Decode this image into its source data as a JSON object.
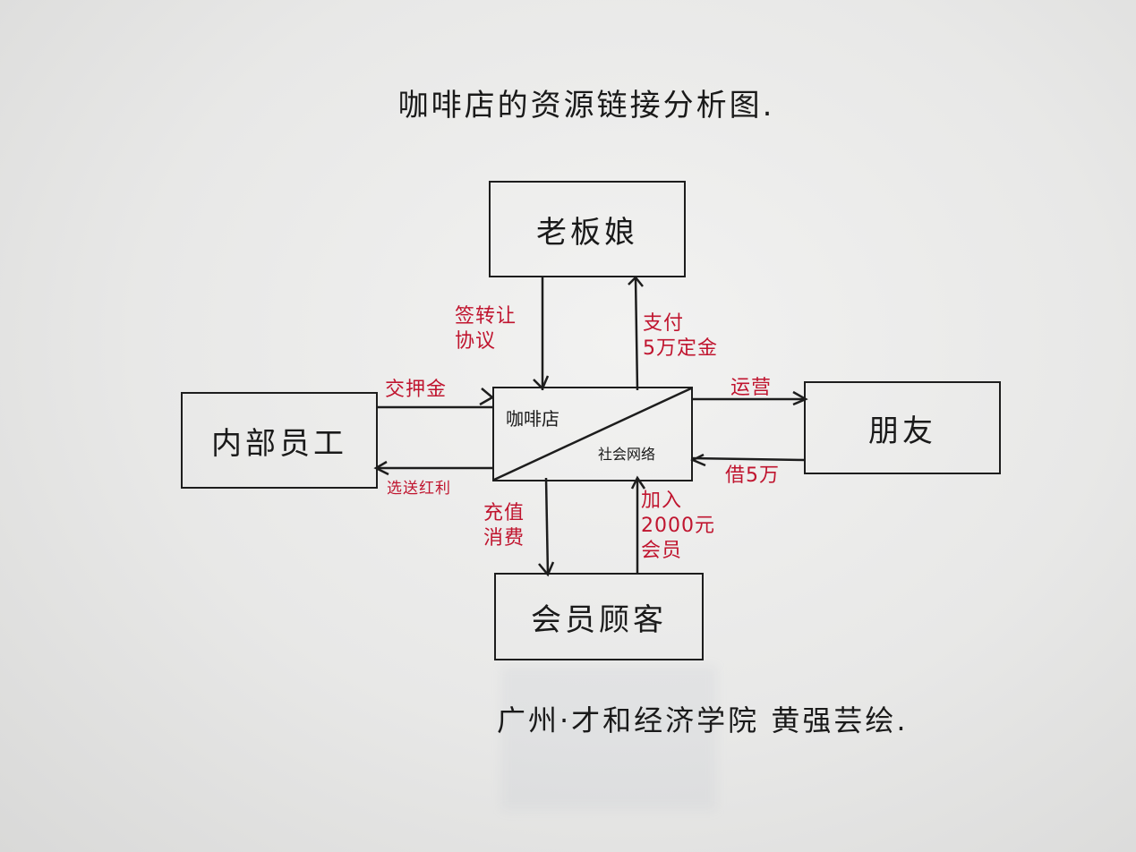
{
  "title": "咖啡店的资源链接分析图.",
  "nodes": {
    "top": "老板娘",
    "left": "内部员工",
    "right": "朋友",
    "bottom": "会员顾客",
    "center_top": "咖啡店",
    "center_bottom": "社会网络"
  },
  "relations": {
    "top_left": "签转让\n协议",
    "top_right": "支付\n5万定金",
    "left_top": "交押金",
    "left_bottom": "选送红利",
    "right_top": "运营",
    "right_bottom": "借5万",
    "bottom_left": "充值\n消费",
    "bottom_right": "加入\n2000元\n会员"
  },
  "footer": "广州·才和经济学院 黄强芸绘.",
  "colors": {
    "ink": "#1a1a1a",
    "annotation": "#c0152f"
  }
}
